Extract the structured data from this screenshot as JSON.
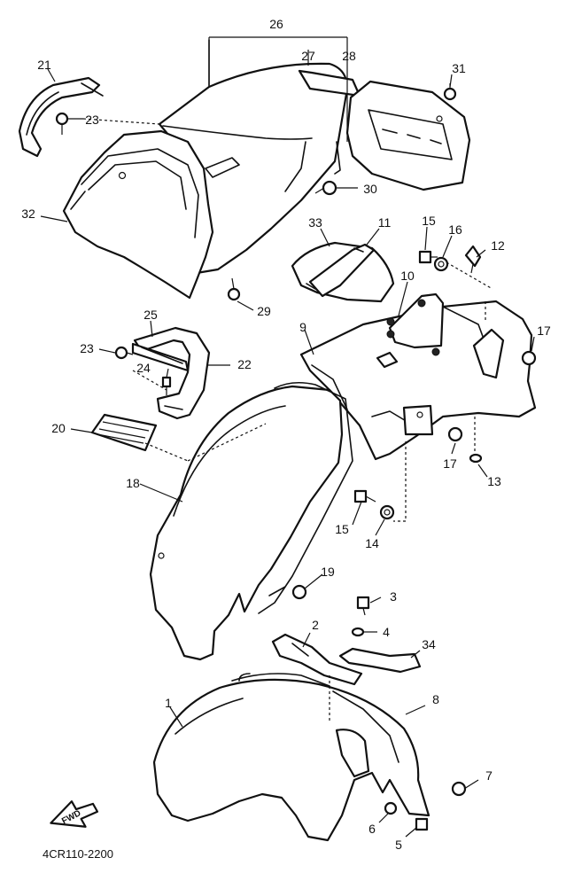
{
  "diagram": {
    "callouts": [
      {
        "id": "26",
        "label": "26"
      },
      {
        "id": "27",
        "label": "27"
      },
      {
        "id": "28",
        "label": "28"
      },
      {
        "id": "21",
        "label": "21"
      },
      {
        "id": "23a",
        "label": "23"
      },
      {
        "id": "31",
        "label": "31"
      },
      {
        "id": "30",
        "label": "30"
      },
      {
        "id": "32",
        "label": "32"
      },
      {
        "id": "33",
        "label": "33"
      },
      {
        "id": "11",
        "label": "11"
      },
      {
        "id": "15a",
        "label": "15"
      },
      {
        "id": "16",
        "label": "16"
      },
      {
        "id": "12",
        "label": "12"
      },
      {
        "id": "29",
        "label": "29"
      },
      {
        "id": "10",
        "label": "10"
      },
      {
        "id": "25",
        "label": "25"
      },
      {
        "id": "9",
        "label": "9"
      },
      {
        "id": "17a",
        "label": "17"
      },
      {
        "id": "23b",
        "label": "23"
      },
      {
        "id": "24",
        "label": "24"
      },
      {
        "id": "22",
        "label": "22"
      },
      {
        "id": "20",
        "label": "20"
      },
      {
        "id": "17b",
        "label": "17"
      },
      {
        "id": "13",
        "label": "13"
      },
      {
        "id": "18",
        "label": "18"
      },
      {
        "id": "15b",
        "label": "15"
      },
      {
        "id": "14",
        "label": "14"
      },
      {
        "id": "19",
        "label": "19"
      },
      {
        "id": "3",
        "label": "3"
      },
      {
        "id": "4",
        "label": "4"
      },
      {
        "id": "2",
        "label": "2"
      },
      {
        "id": "34",
        "label": "34"
      },
      {
        "id": "1",
        "label": "1"
      },
      {
        "id": "8",
        "label": "8"
      },
      {
        "id": "7",
        "label": "7"
      },
      {
        "id": "6",
        "label": "6"
      },
      {
        "id": "5",
        "label": "5"
      }
    ],
    "direction_badge": "FWD",
    "drawing_code": "4CR110-2200"
  }
}
